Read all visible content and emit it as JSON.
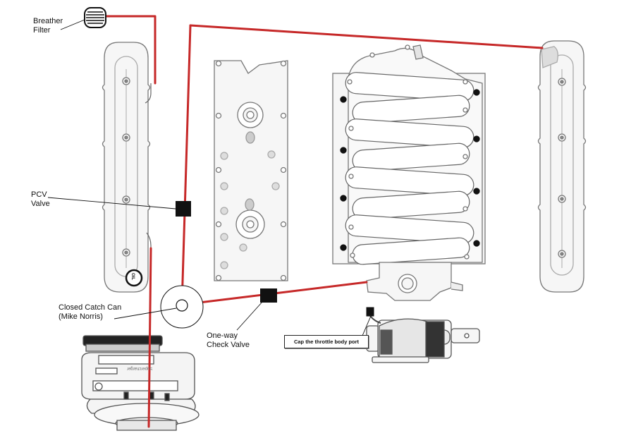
{
  "labels": {
    "breather_filter": "Breather\nFilter",
    "pcv_valve": "PCV\nValve",
    "catch_can": "Closed Catch Can\n(Mike Norris)",
    "check_valve": "One-way\nCheck Valve",
    "throttle_callout": "Cap the throttle body port",
    "oil_cap": "OIL",
    "supercharger_brand": "Supercharger"
  },
  "colors": {
    "hose": "#c62828",
    "outline": "#555555",
    "component_fill": "#f4f4f4",
    "valve": "#111111"
  }
}
